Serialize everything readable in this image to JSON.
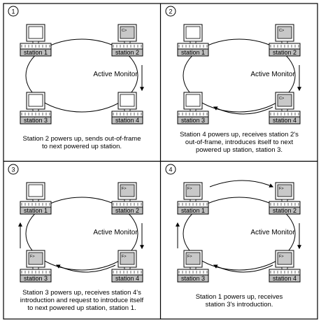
{
  "panels": [
    {
      "number": "1",
      "caption_lines": [
        "Station 2 powers up, sends out-of-frame",
        "to next powered up station."
      ],
      "monitor_label": "Active Monitor",
      "stations": [
        {
          "id": "s1",
          "label": "station 1",
          "screen": "",
          "lit": false
        },
        {
          "id": "s2",
          "label": "station 2",
          "screen": "C>",
          "lit": true
        },
        {
          "id": "s3",
          "label": "station 3",
          "screen": "",
          "lit": false
        },
        {
          "id": "s4",
          "label": "station 4",
          "screen": "",
          "lit": false
        }
      ],
      "arrows": [
        "s2-s4"
      ]
    },
    {
      "number": "2",
      "caption_lines": [
        "Station 4 powers up, receives station 2's",
        "out-of-frame, introduces itself to next",
        "powered up station, station 3."
      ],
      "monitor_label": "Active Monitor",
      "stations": [
        {
          "id": "s1",
          "label": "station 1",
          "screen": "",
          "lit": false
        },
        {
          "id": "s2",
          "label": "station 2",
          "screen": "C>",
          "lit": true
        },
        {
          "id": "s3",
          "label": "station 3",
          "screen": "",
          "lit": false
        },
        {
          "id": "s4",
          "label": "station 4",
          "screen": "C>",
          "lit": true
        }
      ],
      "arrows": [
        "s2-s4",
        "s4-s3"
      ]
    },
    {
      "number": "3",
      "caption_lines": [
        "Station 3 powers up, receives station 4's",
        "introduction and request to introduce itself",
        "to next powered up station, station 1."
      ],
      "monitor_label": "Active Monitor",
      "stations": [
        {
          "id": "s1",
          "label": "station 1",
          "screen": "",
          "lit": false
        },
        {
          "id": "s2",
          "label": "station 2",
          "screen": "F>",
          "lit": true
        },
        {
          "id": "s3",
          "label": "station 3",
          "screen": "F>",
          "lit": true
        },
        {
          "id": "s4",
          "label": "station 4",
          "screen": "F>",
          "lit": true
        }
      ],
      "arrows": [
        "s2-s4",
        "s4-s3",
        "s3-s1"
      ]
    },
    {
      "number": "4",
      "caption_lines": [
        "Station 1 powers up, receives",
        "station 3's introduction."
      ],
      "monitor_label": "Active Monitor",
      "stations": [
        {
          "id": "s1",
          "label": "station 1",
          "screen": "F>",
          "lit": true
        },
        {
          "id": "s2",
          "label": "station 2",
          "screen": "F>",
          "lit": true
        },
        {
          "id": "s3",
          "label": "station 3",
          "screen": "F>",
          "lit": true
        },
        {
          "id": "s4",
          "label": "station 4",
          "screen": "F>",
          "lit": true
        }
      ],
      "arrows": [
        "s2-s4",
        "s4-s3",
        "s3-s1",
        "s1-s2"
      ]
    }
  ]
}
